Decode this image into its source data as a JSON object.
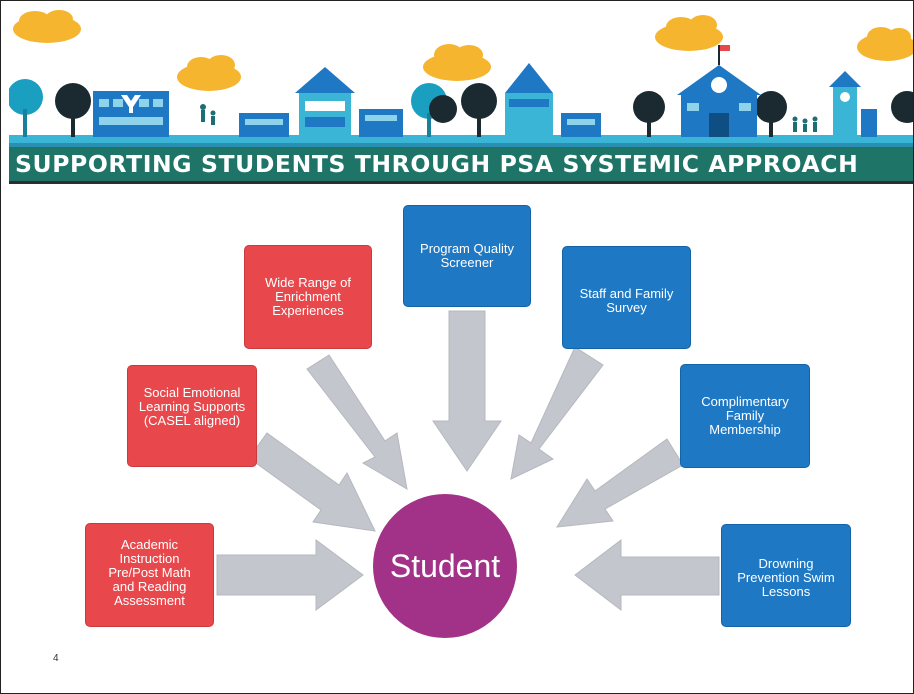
{
  "title": "SUPPORTING STUDENTS THROUGH PSA SYSTEMIC APPROACH",
  "center": "Student",
  "boxes": {
    "academic": "Academic Instruction Pre/Post Math and Reading Assessment",
    "sel": "Social Emotional Learning Supports (CASEL aligned)",
    "enrichment": "Wide Range of Enrichment Experiences",
    "quality": "Program Quality Screener",
    "survey": "Staff and Family Survey",
    "membership": "Complimentary Family Membership",
    "swim": "Drowning Prevention Swim Lessons"
  },
  "page_number": "4",
  "colors": {
    "red": "#e8484b",
    "blue": "#1e78c4",
    "purple": "#a23188",
    "arrow": "#c3c6cc",
    "title_bar": "#1f7468"
  }
}
